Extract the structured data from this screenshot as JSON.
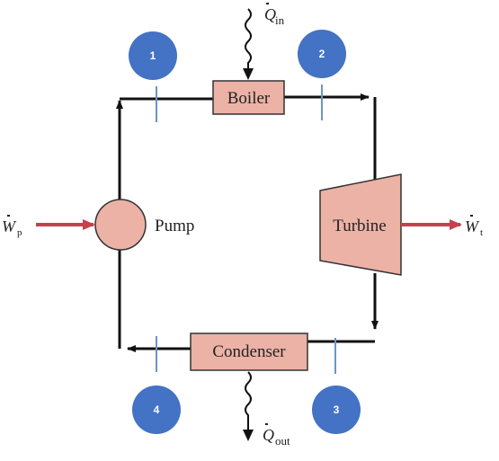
{
  "components": {
    "boiler": "Boiler",
    "turbine": "Turbine",
    "condenser": "Condenser",
    "pump": "Pump"
  },
  "states": [
    "1",
    "2",
    "3",
    "4"
  ],
  "energy_labels": {
    "q_in": {
      "symbol": "Q",
      "sub": "in"
    },
    "q_out": {
      "symbol": "Q",
      "sub": "out"
    },
    "w_p": {
      "symbol": "W",
      "sub": "p"
    },
    "w_t": {
      "symbol": "W",
      "sub": "t"
    }
  },
  "colors": {
    "component_fill": "#ecb2a6",
    "state_circle": "#4472c4",
    "work_arrow": "#c4424d",
    "marker_line": "#6c94c6",
    "pipe": "#111111"
  }
}
